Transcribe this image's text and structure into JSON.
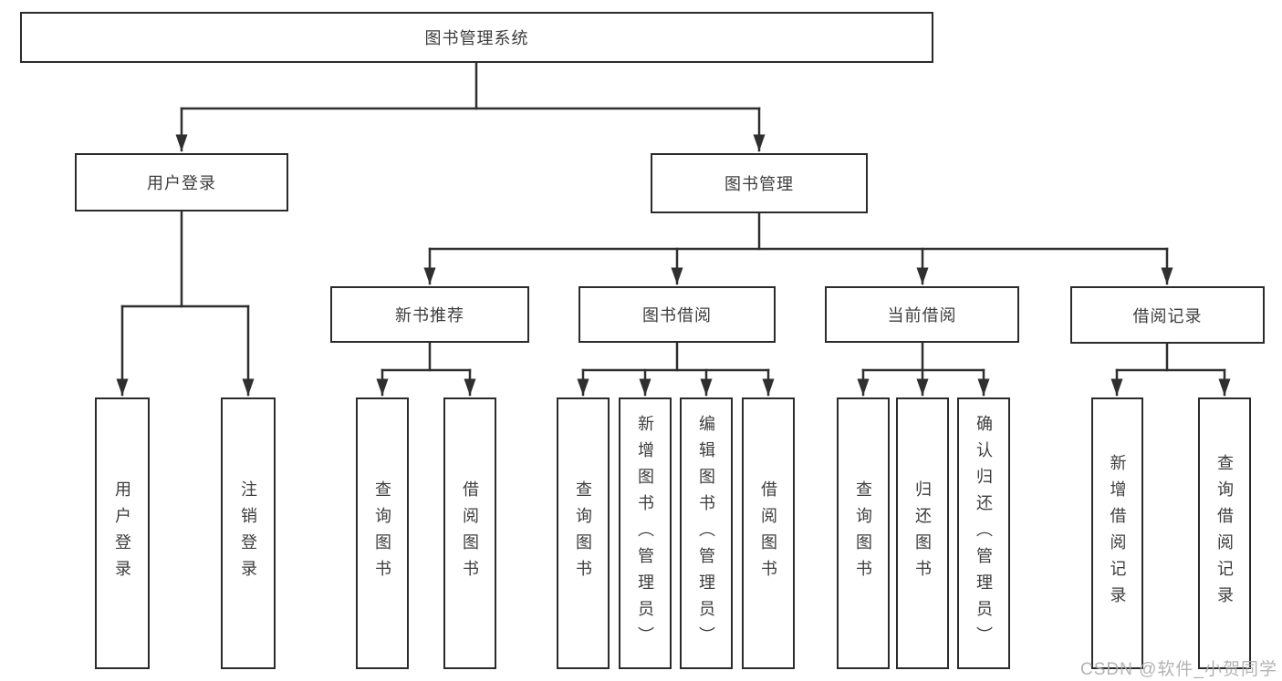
{
  "colors": {
    "line": "#2f2f2f",
    "box_border": "#2b2b2b",
    "text": "#3d3d3d",
    "watermark": "#adadad",
    "background": "#ffffff"
  },
  "watermark": "CSDN @软件_小贺同学",
  "tree": {
    "root": "图书管理系统",
    "branches": [
      {
        "label": "用户登录",
        "children": [
          "用户登录",
          "注销登录"
        ]
      },
      {
        "label": "图书管理",
        "groups": [
          {
            "label": "新书推荐",
            "children": [
              "查询图书",
              "借阅图书"
            ]
          },
          {
            "label": "图书借阅",
            "children": [
              "查询图书",
              "新增图书（管理员）",
              "编辑图书（管理员）",
              "借阅图书"
            ]
          },
          {
            "label": "当前借阅",
            "children": [
              "查询图书",
              "归还图书",
              "确认归还（管理员）"
            ]
          },
          {
            "label": "借阅记录",
            "children": [
              "新增借阅记录",
              "查询借阅记录"
            ]
          }
        ]
      }
    ]
  }
}
